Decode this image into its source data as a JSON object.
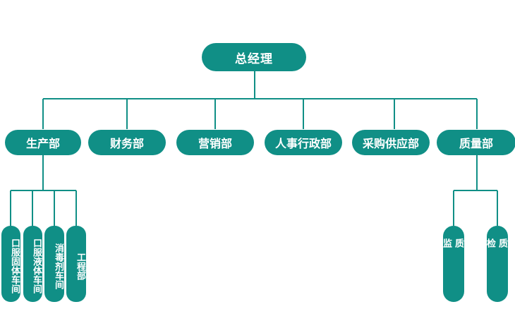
{
  "org_chart": {
    "root": "总经理",
    "departments": [
      {
        "label": "生产部",
        "children": [
          "口服固体车间",
          "口服液体车间",
          "消毒剂车间",
          "工程部"
        ]
      },
      {
        "label": "财务部"
      },
      {
        "label": "营销部"
      },
      {
        "label": "人事行政部"
      },
      {
        "label": "采购供应部"
      },
      {
        "label": "质量部",
        "children": [
          "质监",
          "质检"
        ]
      }
    ]
  },
  "colors": {
    "node_fill": "#108f86",
    "connector": "#108f86",
    "text": "#ffffff"
  }
}
